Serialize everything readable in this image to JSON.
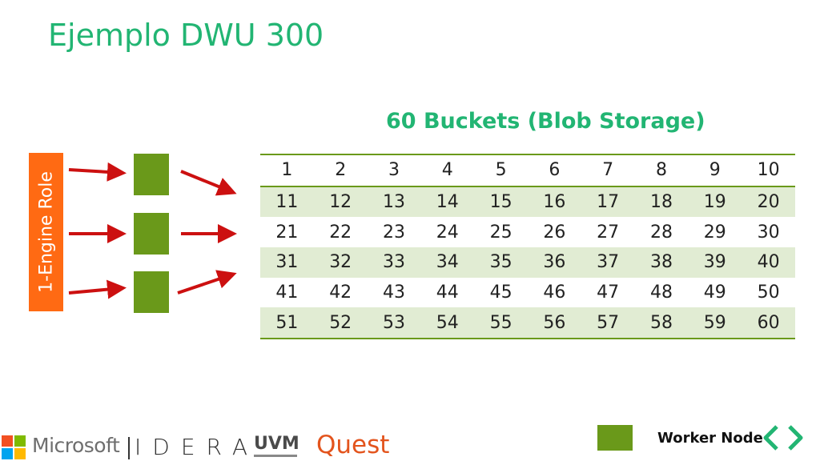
{
  "title": "Ejemplo DWU 300",
  "buckets_title": "60 Buckets (Blob Storage)",
  "engine_role_label": "1-Engine Role",
  "buckets": [
    [
      "1",
      "2",
      "3",
      "4",
      "5",
      "6",
      "7",
      "8",
      "9",
      "10"
    ],
    [
      "11",
      "12",
      "13",
      "14",
      "15",
      "16",
      "17",
      "18",
      "19",
      "20"
    ],
    [
      "21",
      "22",
      "23",
      "24",
      "25",
      "26",
      "27",
      "28",
      "29",
      "30"
    ],
    [
      "31",
      "32",
      "33",
      "34",
      "35",
      "36",
      "37",
      "38",
      "39",
      "40"
    ],
    [
      "41",
      "42",
      "43",
      "44",
      "45",
      "46",
      "47",
      "48",
      "49",
      "50"
    ],
    [
      "51",
      "52",
      "53",
      "54",
      "55",
      "56",
      "57",
      "58",
      "59",
      "60"
    ]
  ],
  "legend": {
    "label": "Worker Node"
  },
  "logos": {
    "microsoft": "Microsoft",
    "idera": "IDERA",
    "uvm": "UVM",
    "quest": "Quest"
  },
  "colors": {
    "title_green": "#22b573",
    "engine_orange": "#ff6a13",
    "node_green": "#6a991a",
    "row_shade": "#e1ecd3",
    "arrow_red": "#cc1010"
  },
  "icons": [
    "arrow-right-icon",
    "chevron-left-icon",
    "chevron-right-icon",
    "microsoft-logo-icon"
  ]
}
